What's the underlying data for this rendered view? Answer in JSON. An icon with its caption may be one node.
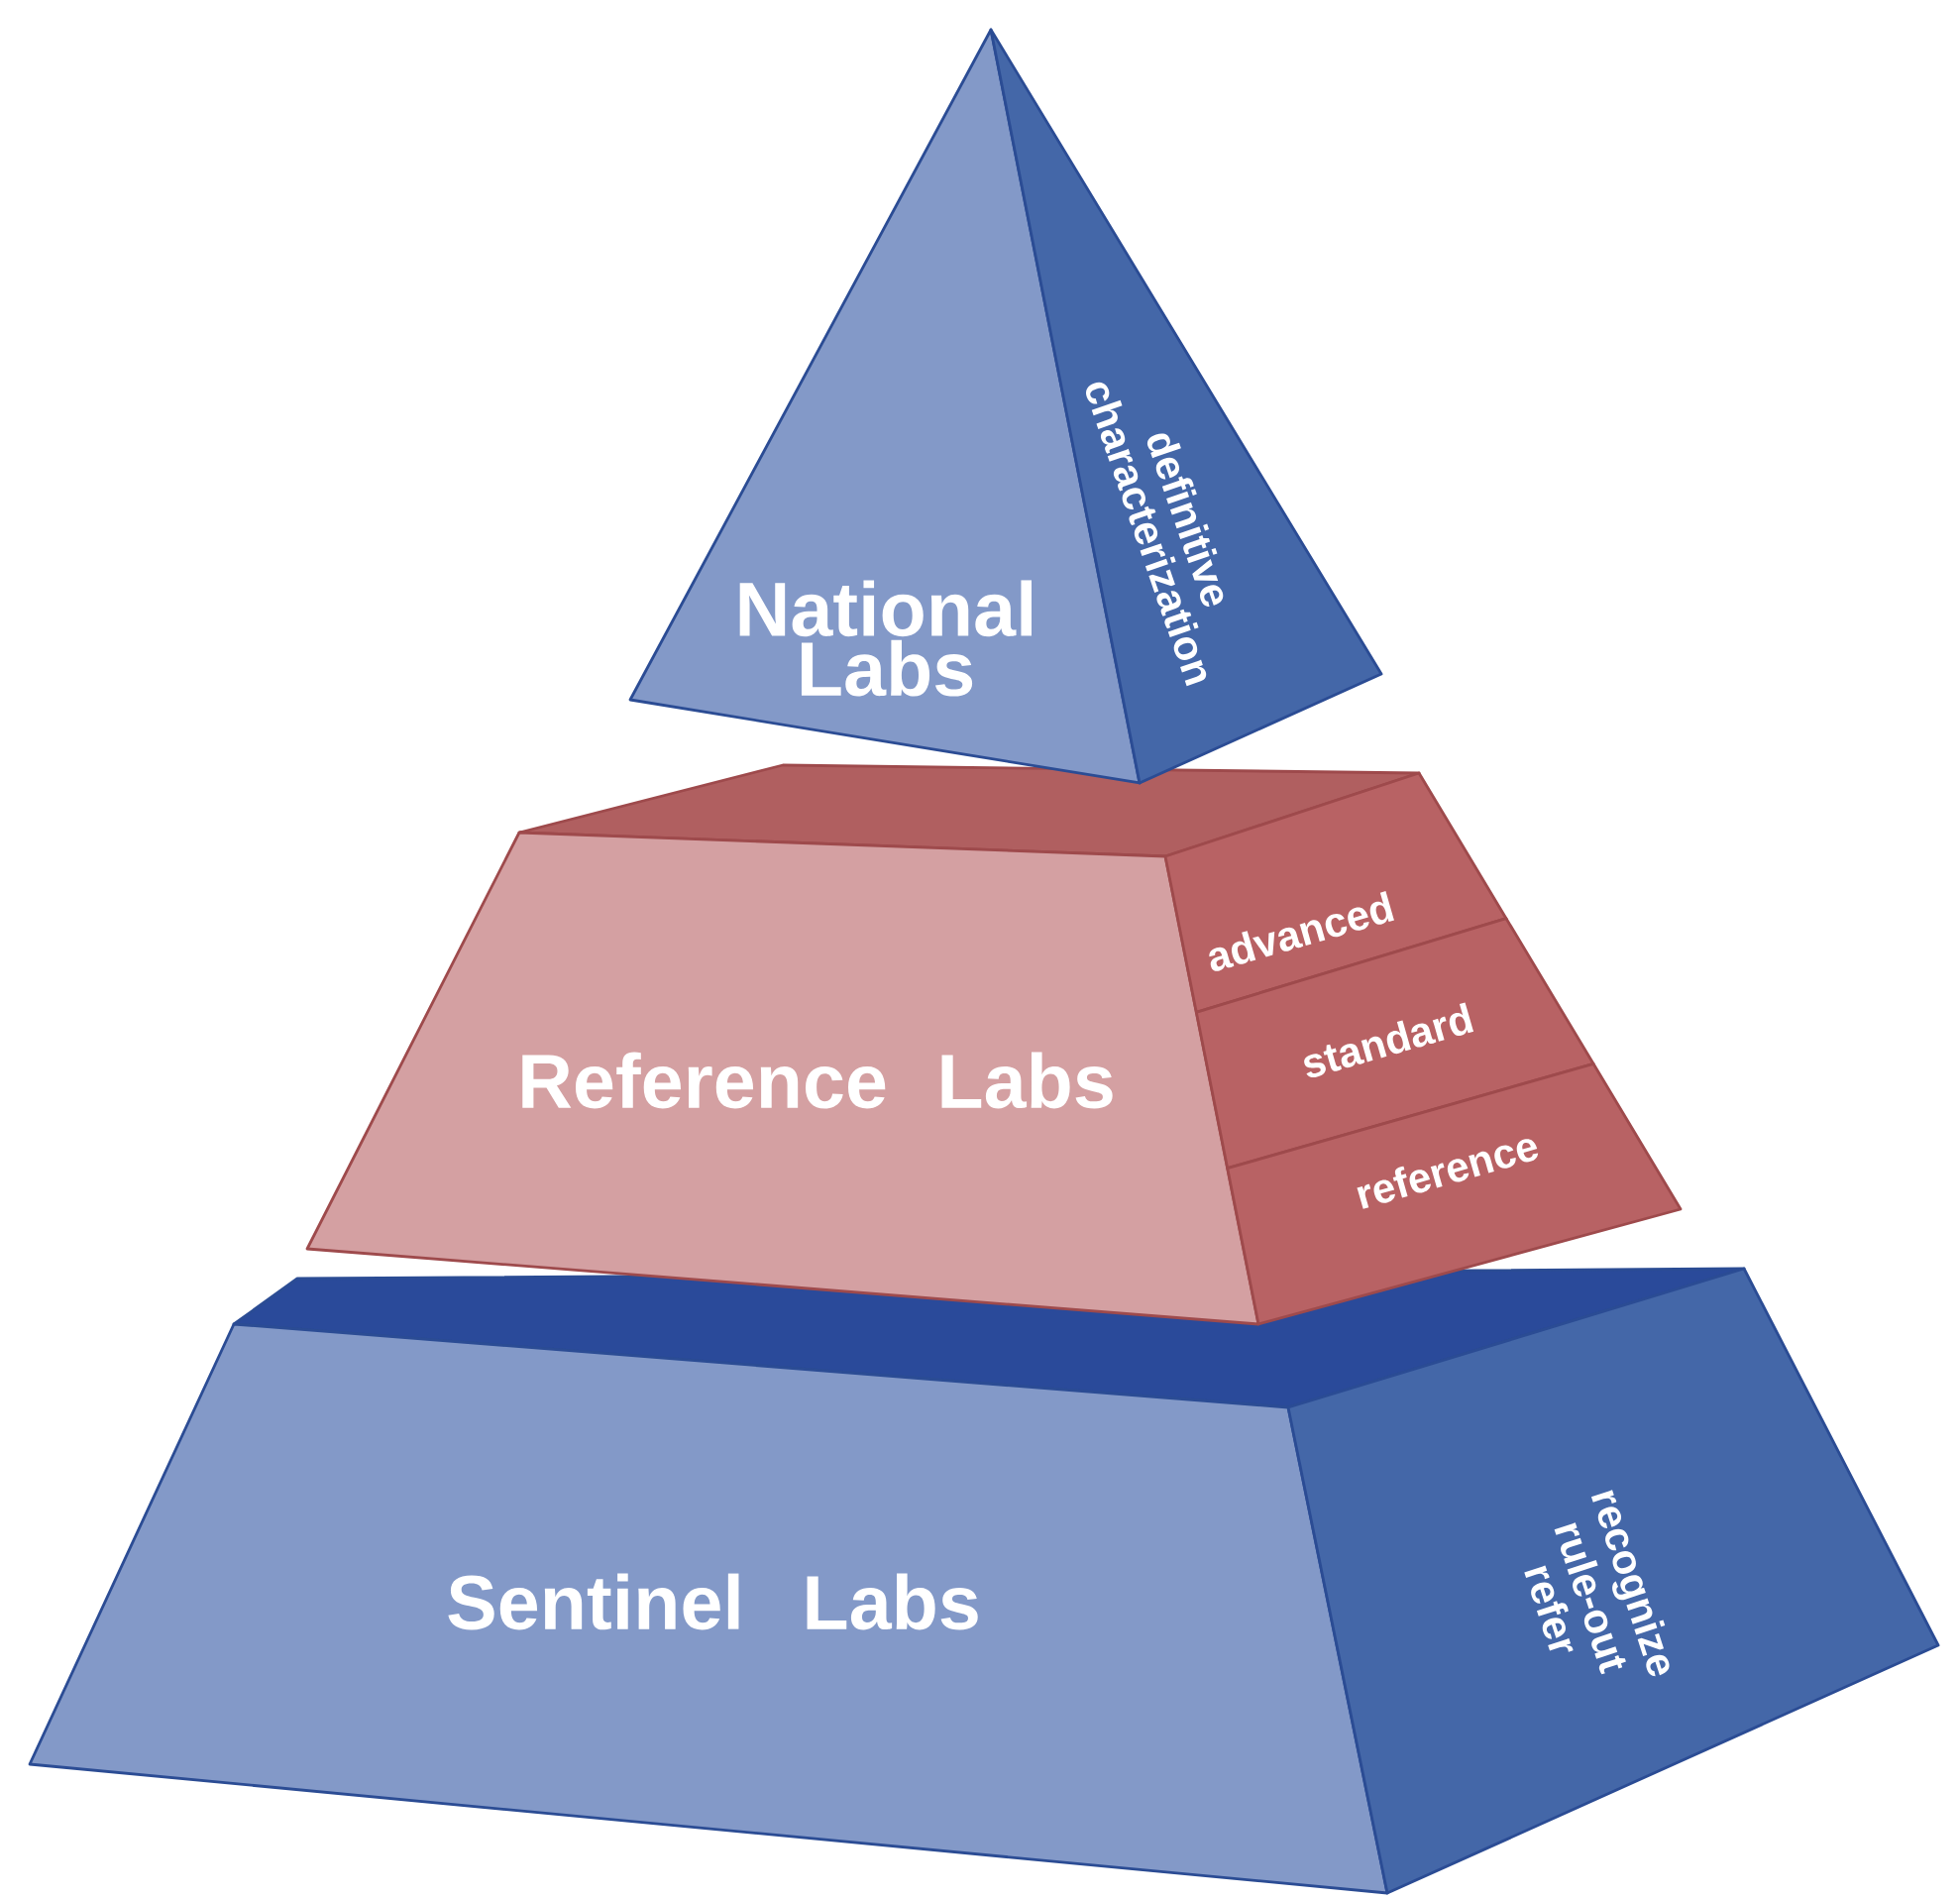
{
  "diagram": {
    "nodes": [
      {
        "text": [
          "National Labs"
        ]
      },
      {
        "text": [
          "definitive characterization"
        ]
      },
      {
        "text": [
          "Reference Labs"
        ]
      },
      {
        "text": [
          "advanced"
        ]
      },
      {
        "text": [
          "standard"
        ]
      },
      {
        "text": [
          "reference"
        ]
      },
      {
        "text": [
          "Sentinel Labs"
        ]
      },
      {
        "text": [
          "recognize",
          "rule-out",
          "refer"
        ]
      }
    ]
  }
}
